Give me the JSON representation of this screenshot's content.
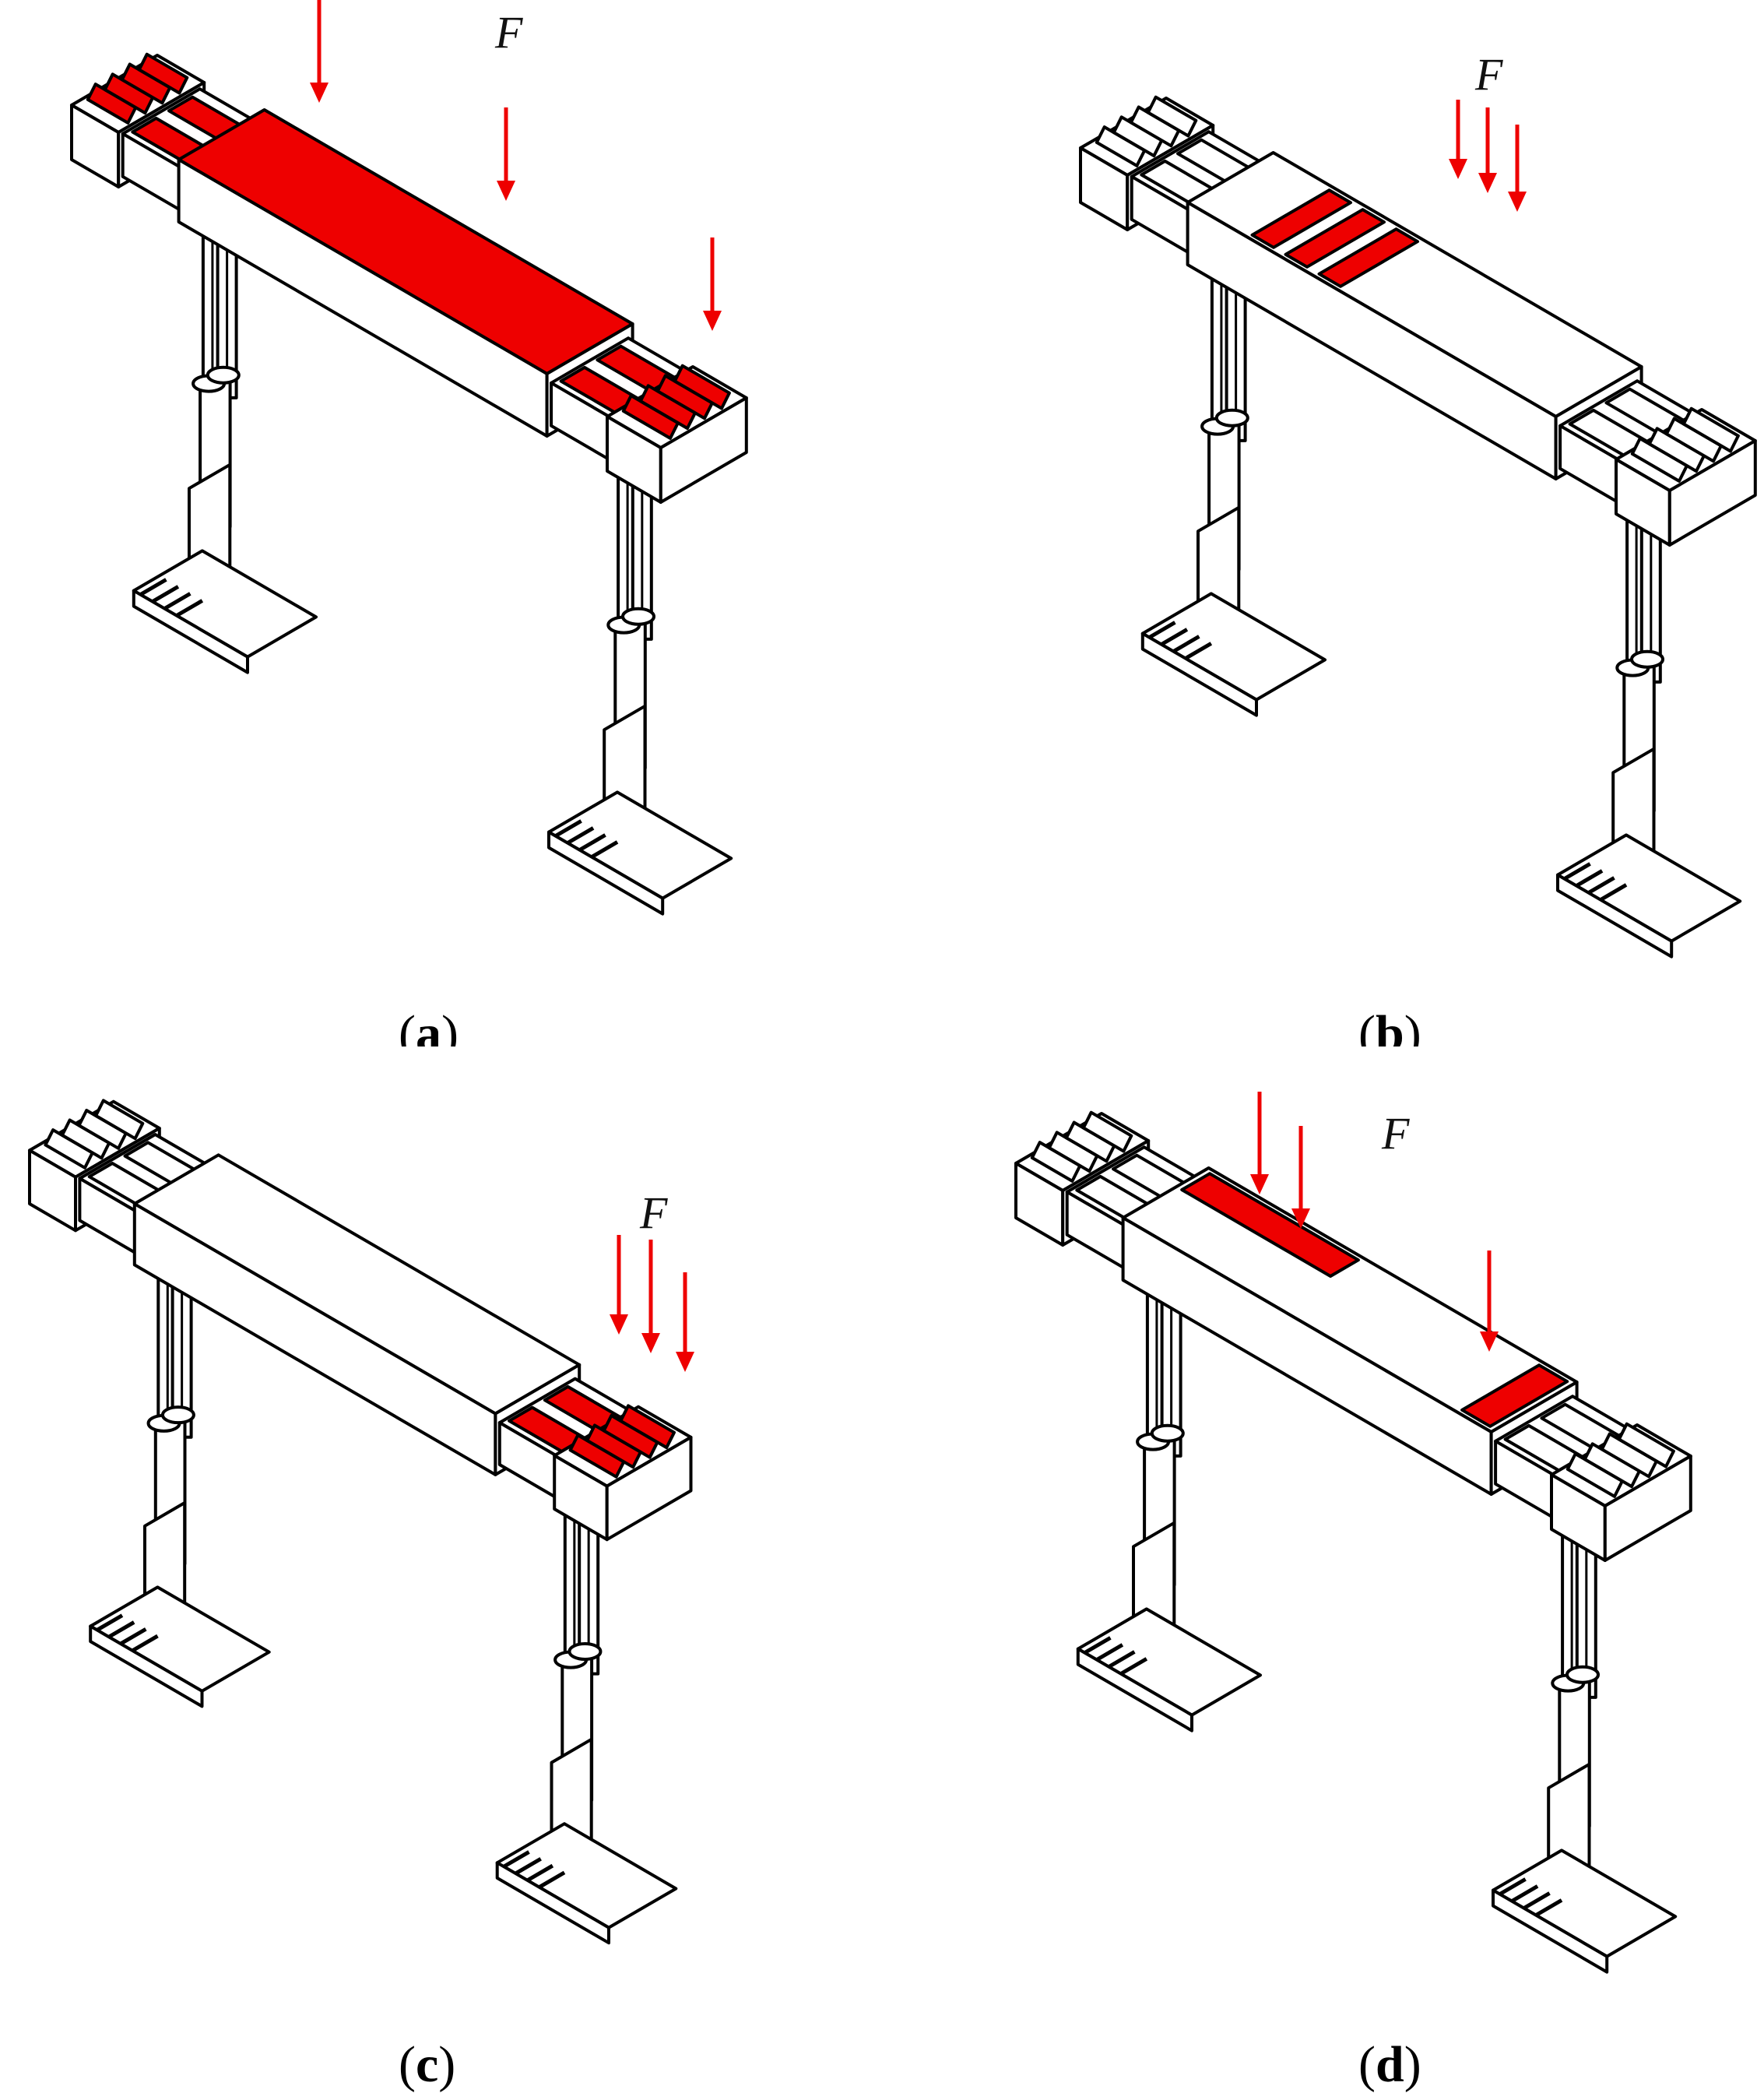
{
  "colors": {
    "load": "#ee0000",
    "line": "#000000",
    "fill": "#ffffff"
  },
  "panels": [
    {
      "id": "a",
      "force_label": "F",
      "caption_open": "(",
      "caption_letter": "a",
      "caption_close": ")",
      "loaded": [
        "left_end",
        "main_full",
        "right_end"
      ],
      "arrows": [
        "left",
        "mid",
        "right"
      ]
    },
    {
      "id": "b",
      "force_label": "F",
      "caption_open": "(",
      "caption_letter": "b",
      "caption_close": ")",
      "loaded": [
        "stripes"
      ],
      "arrows": [
        "cluster_center"
      ]
    },
    {
      "id": "c",
      "force_label": "F",
      "caption_open": "(",
      "caption_letter": "c",
      "caption_close": ")",
      "loaded": [
        "right_end"
      ],
      "arrows": [
        "cluster_right"
      ]
    },
    {
      "id": "d",
      "force_label": "F",
      "caption_open": "(",
      "caption_letter": "d",
      "caption_close": ")",
      "loaded": [
        "left_half_strip",
        "right_band"
      ],
      "arrows": [
        "pair_left",
        "single_right"
      ]
    }
  ]
}
